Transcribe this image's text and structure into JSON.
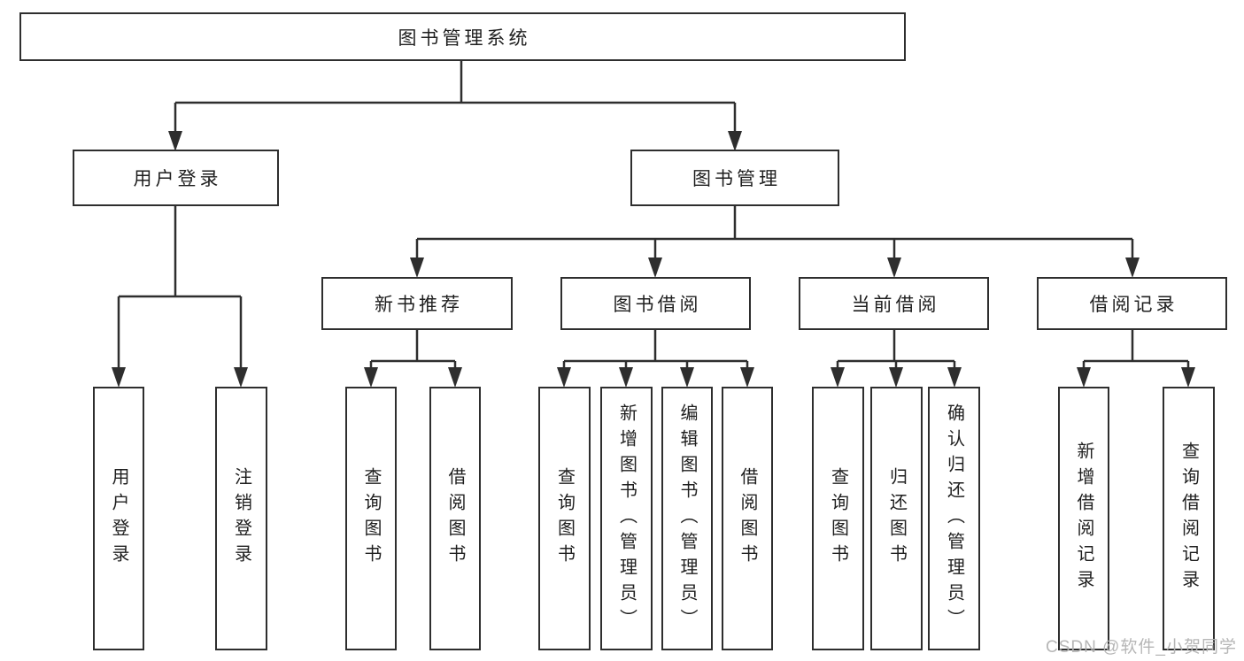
{
  "diagram": {
    "root": {
      "label": "图书管理系统",
      "children": [
        {
          "label": "用户登录",
          "children": [
            {
              "label": "用户登录"
            },
            {
              "label": "注销登录"
            }
          ]
        },
        {
          "label": "图书管理",
          "children": [
            {
              "label": "新书推荐",
              "children": [
                {
                  "label": "查询图书"
                },
                {
                  "label": "借阅图书"
                }
              ]
            },
            {
              "label": "图书借阅",
              "children": [
                {
                  "label": "查询图书"
                },
                {
                  "label": "新增图书（管理员）"
                },
                {
                  "label": "编辑图书（管理员）"
                },
                {
                  "label": "借阅图书"
                }
              ]
            },
            {
              "label": "当前借阅",
              "children": [
                {
                  "label": "查询图书"
                },
                {
                  "label": "归还图书"
                },
                {
                  "label": "确认归还（管理员）"
                }
              ]
            },
            {
              "label": "借阅记录",
              "children": [
                {
                  "label": "新增借阅记录"
                },
                {
                  "label": "查询借阅记录"
                }
              ]
            }
          ]
        }
      ]
    },
    "watermark": "CSDN @软件_小贺同学",
    "colors": {
      "line": "#2e2e2e",
      "text": "#1f1f1f",
      "watermark": "#b3b3b3",
      "background": "#ffffff"
    }
  }
}
